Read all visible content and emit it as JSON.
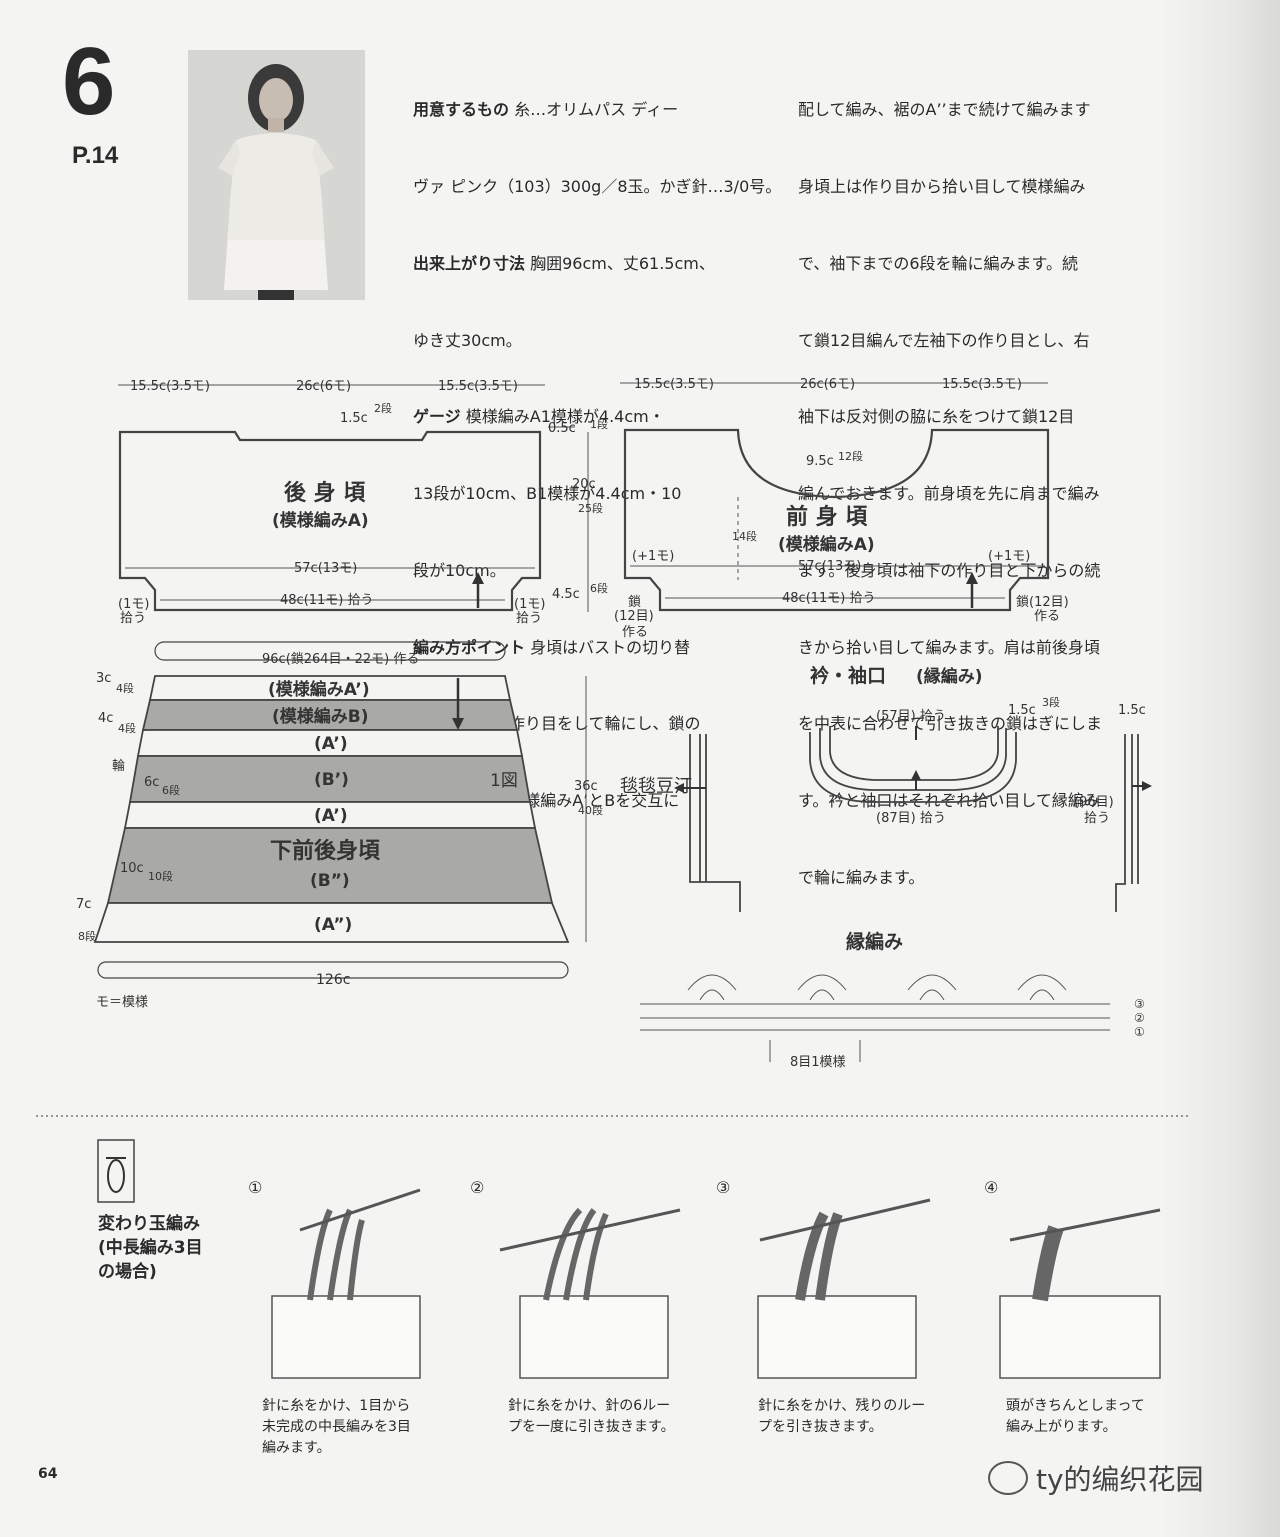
{
  "pattern": {
    "number": "6",
    "page_ref": "P.14",
    "page_number": "64"
  },
  "text_block_left": {
    "lines": [
      {
        "h": "用意するもの",
        "t": " 糸…オリムパス ディー"
      },
      {
        "h": "",
        "t": "ヴァ ピンク（103）300g／8玉。かぎ針…3/0号。"
      },
      {
        "h": "出来上がり寸法",
        "t": " 胸囲96cm、丈61.5cm、"
      },
      {
        "h": "",
        "t": "ゆき丈30cm。"
      },
      {
        "h": "ゲージ",
        "t": " 模様編みA1模様が4.4cm・"
      },
      {
        "h": "",
        "t": "13段が10cm、B1模様が4.4cm・10"
      },
      {
        "h": "",
        "t": "段が10cm。"
      },
      {
        "h": "編み方ポイント",
        "t": " 身頃はバストの切り替"
      },
      {
        "h": "",
        "t": "え位置で鎖の作り目をして輪にし、鎖の"
      },
      {
        "h": "",
        "t": "裏山を拾って模様編みA’とBを交互に"
      }
    ]
  },
  "text_block_right": {
    "lines": [
      "配して編み、裾のA’’まで続けて編みます",
      "身頃上は作り目から拾い目して模様編み",
      "で、袖下までの6段を輪に編みます。続",
      "て鎖12目編んで左袖下の作り目とし、右",
      "袖下は反対側の脇に糸をつけて鎖12目",
      "編んでおきます。前身頃を先に肩まで編み",
      "ます。後身頃は袖下の作り目と下からの続",
      "きから拾い目して編みます。肩は前後身頃",
      "を中表に合わせて引き抜きの鎖はぎにしま",
      "す。衿と袖口はそれぞれ拾い目して縁編み",
      "で輪に編みます。"
    ]
  },
  "back": {
    "dims_top": [
      "15.5c(3.5モ)",
      "26c(6モ)",
      "15.5c(3.5モ)"
    ],
    "title": "後 身 頃",
    "subtitle": "(模様編みA)",
    "neck": "1.5c",
    "neck_rows": "2段",
    "side1": "0.5c",
    "side1_rows": "1段",
    "side2": "20c",
    "side2_rows": "25段",
    "side3": "4.5c",
    "side3_rows": "6段",
    "width": "57c(13モ)",
    "pickup": "48c(11モ) 拾う",
    "under_l": "(1モ)",
    "under_l2": "拾う",
    "under_r": "(1モ)",
    "under_r2": "拾う"
  },
  "front": {
    "dims_top": [
      "15.5c(3.5モ)",
      "26c(6モ)",
      "15.5c(3.5モ)"
    ],
    "title": "前 身 頃",
    "subtitle": "(模様編みA)",
    "neck": "9.5c",
    "neck_rows": "12段",
    "mid_rows": "14段",
    "inc_l": "(+1モ)",
    "inc_r": "(+1モ)",
    "width": "57c(13モ)",
    "pickup": "48c(11モ) 拾う",
    "chain_l": "鎖",
    "chain_l2": "(12目)",
    "chain_l3": "作る",
    "chain_r": "鎖(12目)",
    "chain_r2": "作る"
  },
  "lower": {
    "start": "96c(鎖264目・22モ) 作る",
    "bands": [
      "(模様編みA’)",
      "(模様編みB)",
      "(A’)",
      "(B’)",
      "(A’)",
      "下前後身頃",
      "(B”)",
      "(A”)"
    ],
    "fig": "1図",
    "left_labels": [
      "3c",
      "4段",
      "4c",
      "4段",
      "輪",
      "6c",
      "6段",
      "10c",
      "10段",
      "7c",
      "8段"
    ],
    "height": "36c",
    "height_rows": "40段",
    "bottom": "126c",
    "legend": "モ＝模様"
  },
  "neck_cuff": {
    "title": "衿・袖口",
    "subtitle": "(縁編み)",
    "pick1": "(57目) 拾う",
    "pick2": "(87目) 拾う",
    "pick3": "(96目)",
    "pick3b": "拾う",
    "w1": "1.5c",
    "w1_rows": "3段",
    "w2": "1.5c"
  },
  "edging": {
    "title": "縁編み",
    "repeat": "8目1模様",
    "rows": [
      "③",
      "②",
      "①"
    ]
  },
  "technique": {
    "title": "変わり玉編み\n(中長編み3目\nの場合)",
    "steps": [
      {
        "n": "①",
        "text": "針に糸をかけ、1目から\n未完成の中長編みを3目\n編みます。"
      },
      {
        "n": "②",
        "text": "針に糸をかけ、針の6ルー\nプを一度に引き抜きます。"
      },
      {
        "n": "③",
        "text": "針に糸をかけ、残りのルー\nプを引き抜きます。"
      },
      {
        "n": "④",
        "text": "頭がきちんとしまって\n編み上がります。"
      }
    ]
  },
  "watermark": {
    "brand": "ty的编织花园",
    "mark": "毯毯豆汀"
  }
}
